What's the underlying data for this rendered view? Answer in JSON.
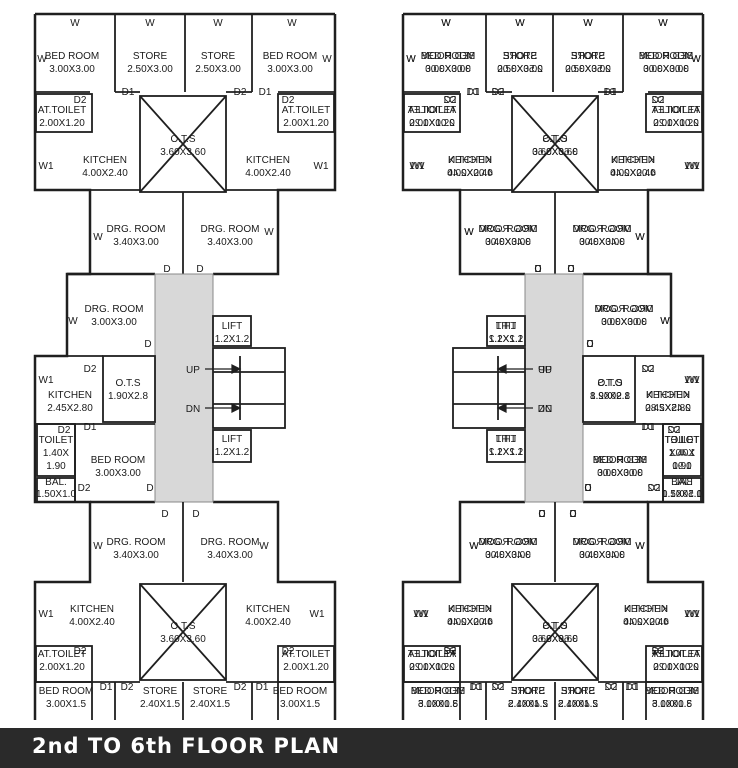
{
  "footer": {
    "title": "2nd TO 6th  FLOOR PLAN"
  },
  "colors": {
    "wall": "#1f1f1f",
    "lobby": "#d8d8d8",
    "footer_bg": "#2a2a2a",
    "footer_text": "#ffffff"
  },
  "rooms": {
    "bedroom_a": {
      "name": "BED ROOM",
      "size": "3.00X3.00"
    },
    "store_a": {
      "name": "STORE",
      "size": "2.50X3.00"
    },
    "attoilet_a": {
      "name": "AT.TOILET",
      "size": "2.00X1.20"
    },
    "ots_large": {
      "name": "O.T.S",
      "size": "3.60X3.60"
    },
    "kitchen_a": {
      "name": "KITCHEN",
      "size": "4.00X2.40"
    },
    "drg_a": {
      "name": "DRG. ROOM",
      "size": "3.40X3.00"
    },
    "drg_b": {
      "name": "DRG. ROOM",
      "size": "3.00X3.00"
    },
    "ots_small": {
      "name": "O.T.S",
      "size": "1.90X2.8"
    },
    "kitchen_b": {
      "name": "KITCHEN",
      "size": "2.45X2.80"
    },
    "toilet_b": {
      "name": "TOILET",
      "size_1": "1.40X",
      "size_2": "1.90"
    },
    "bal": {
      "name": "BAL.",
      "size": "1.50X1.0"
    },
    "bedroom_b": {
      "name": "BED ROOM",
      "size": "3.00X3.00"
    },
    "lift": {
      "name": "LIFT",
      "size": "1.2X1.2"
    },
    "bedroom_c": {
      "name": "BED ROOM",
      "size": "3.00X1.5"
    },
    "store_c": {
      "name": "STORE",
      "size": "2.40X1.5"
    }
  },
  "marks": {
    "w": "W",
    "w1": "W1",
    "d": "D",
    "d1": "D1",
    "d2": "D2",
    "up": "UP",
    "dn": "DN"
  }
}
